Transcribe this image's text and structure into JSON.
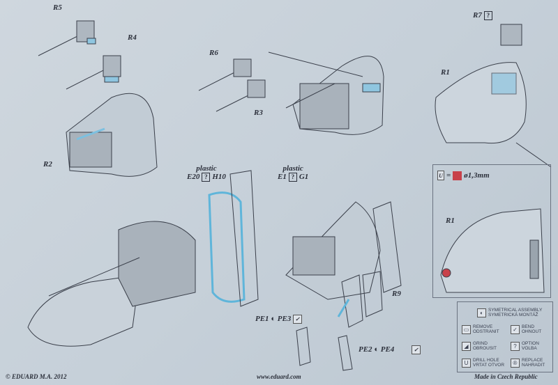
{
  "parts": {
    "r5": "R5",
    "r4": "R4",
    "r6": "R6",
    "r3": "R3",
    "r2": "R2",
    "r7": "R7",
    "r1_top": "R1",
    "r1_inset": "R1",
    "r9": "R9"
  },
  "plastic_left": {
    "title": "plastic",
    "a": "E20",
    "q": "?",
    "b": "H10"
  },
  "plastic_right": {
    "title": "plastic",
    "a": "E1",
    "q": "?",
    "b": "G1"
  },
  "r7_option": "?",
  "drill": {
    "eq": "=",
    "size": "ø1,3mm",
    "color": "#c8414a"
  },
  "pe_left": {
    "a": "PE1",
    "b": "PE3"
  },
  "pe_right": {
    "a": "PE2",
    "b": "PE4"
  },
  "legend": {
    "symmetric": [
      "SYMETRICAL ASSEMBLY",
      "SYMETRICKÁ MONTÁŽ"
    ],
    "remove": [
      "REMOVE",
      "ODSTRANIT"
    ],
    "bend": [
      "BEND",
      "OHNOUT"
    ],
    "grind": [
      "GRIND",
      "OBROUSIT"
    ],
    "option": [
      "OPTION",
      "VOLBA"
    ],
    "drill": [
      "DRILL HOLE",
      "VRTAT OTVOR"
    ],
    "replace": [
      "REPLACE",
      "NAHRADIT"
    ]
  },
  "footer": {
    "copyright": "© EDUARD  M.A. 2012",
    "url": "www.eduard.com",
    "made": "Made in Czech Republic"
  }
}
